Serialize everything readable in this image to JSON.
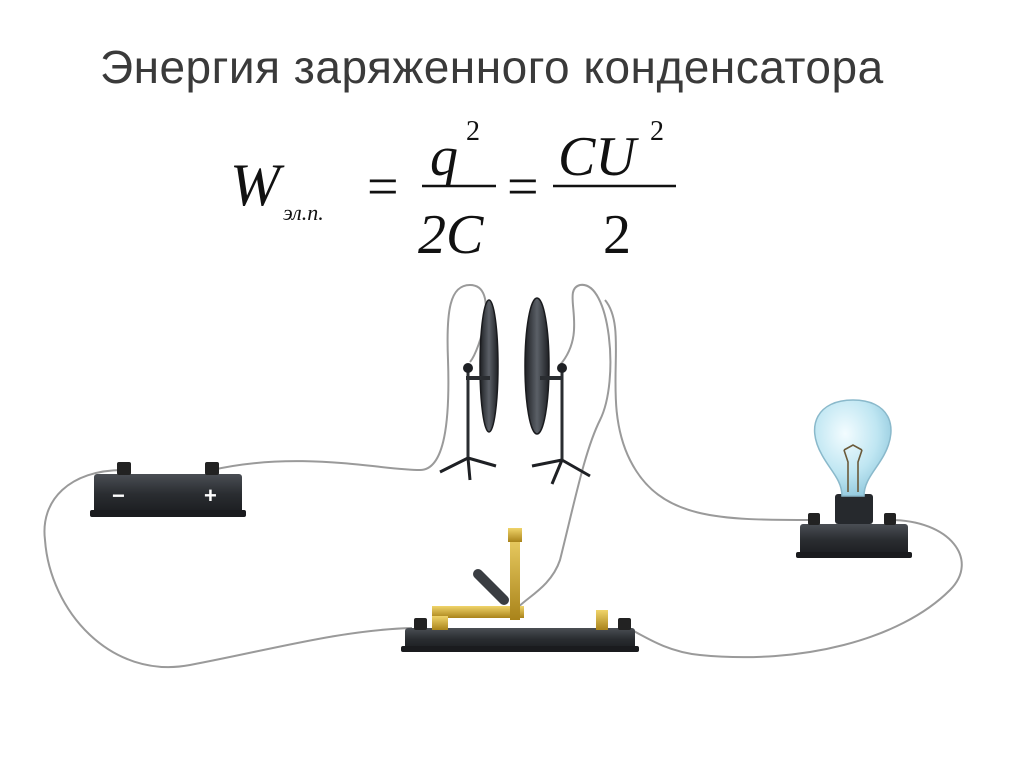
{
  "slide": {
    "title": "Энергия заряженного конденсатора"
  },
  "formula": {
    "lhs_symbol": "W",
    "lhs_subscript": "эл.п.",
    "eq1": "=",
    "frac1_num_base": "q",
    "frac1_num_exp": "2",
    "frac1_den": "2C",
    "eq2": "=",
    "frac2_num_base": "CU",
    "frac2_num_exp": "2",
    "frac2_den": "2"
  },
  "battery": {
    "minus_label": "−",
    "plus_label": "+"
  },
  "colors": {
    "device_dark": "#2a2d31",
    "brass": "#c9a227",
    "bulb_glass": "#bfe6f2",
    "wire": "#9a9a9a"
  }
}
